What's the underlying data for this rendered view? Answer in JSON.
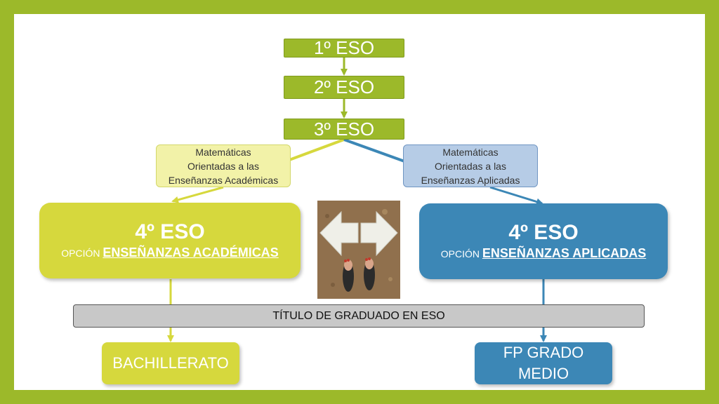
{
  "steps": {
    "eso1": "1º ESO",
    "eso2": "2º ESO",
    "eso3": "3º ESO"
  },
  "notes": {
    "academicas": [
      "Matemáticas",
      "Orientadas a las",
      "Enseñanzas Académicas"
    ],
    "aplicadas": [
      "Matemáticas",
      "Orientadas a las",
      "Enseñanzas Aplicadas"
    ]
  },
  "options": {
    "academicas": {
      "title": "4º ESO",
      "prefix": "OPCIÓN",
      "name": "ENSEÑANZAS ACADÉMICAS"
    },
    "aplicadas": {
      "title": "4º ESO",
      "prefix": "OPCIÓN",
      "name": "ENSEÑANZAS APLICADAS"
    }
  },
  "title_bar": "TÍTULO DE GRADUADO EN ESO",
  "results": {
    "bachillerato": "BACHILLERATO",
    "fp": [
      "FP GRADO",
      "MEDIO"
    ]
  },
  "colors": {
    "frame": "#9cb92a",
    "green": "#9cb92a",
    "yellow": "#d6d83d",
    "blue": "#3c87b6",
    "title_bar": "#c8c8c8"
  },
  "illustration": "crossroads-arrows-feet-photo"
}
